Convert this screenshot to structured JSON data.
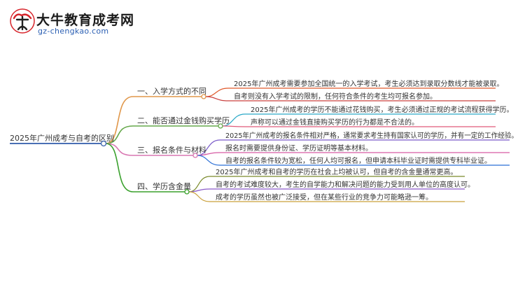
{
  "brand": {
    "name": "大牛教育成考网",
    "url": "gz-chengkao.com",
    "logo_glyph": "大牛",
    "colors": {
      "red": "#d7252c",
      "dark": "#222222",
      "blue": "#2b5fb3"
    }
  },
  "mindmap": {
    "root": "2025年广州成考与自考的区别",
    "branches": [
      {
        "label": "一、入学方式的不同",
        "color": "#e0974a",
        "leaves": [
          "2025年广州成考需要参加全国统一的入学考试，考生必须达到录取分数线才能被录取。",
          "自考则没有入学考试的限制，任何符合条件的考生均可报名参加。"
        ]
      },
      {
        "label": "二、能否通过金钱购买学历",
        "color": "#66a84b",
        "leaves": [
          "2025年广州成考的学历不能通过花钱购买，考生必须通过正规的考试流程获得学历。",
          "声称可以通过金钱直接购买学历的行为都是不合法的。"
        ]
      },
      {
        "label": "三、报名条件与材料",
        "color": "#d977b2",
        "leaves": [
          "2025年广州成考的报名条件相对严格，通常要求考生持有国家认可的学历，并有一定的工作经验。",
          "报名时需要提供身份证、学历证明等基本材料。",
          "自考的报名条件较为宽松，任何人均可报名，但申请本科毕业证时需提供专科毕业证。"
        ]
      },
      {
        "label": "四、学历含金量",
        "color": "#3aa12d",
        "leaves": [
          "2025年广州成考和自考的学历在社会上均被认可，但自考的含金量通常更高。",
          "自考的考试难度较大，考生的自学能力和解决问题的能力受到用人单位的高度认可。",
          "成考的学历虽然也被广泛接受，但在某些行业的竞争力可能略逊一筹。"
        ]
      }
    ],
    "leaf_colors": [
      "#e05a2c",
      "#c9403f",
      "#2aa9c8",
      "#e05a7a",
      "#7a5bc9",
      "#d65aa3",
      "#2a6fd6",
      "#7a8a2a",
      "#8a5bc9",
      "#caa03a"
    ]
  }
}
